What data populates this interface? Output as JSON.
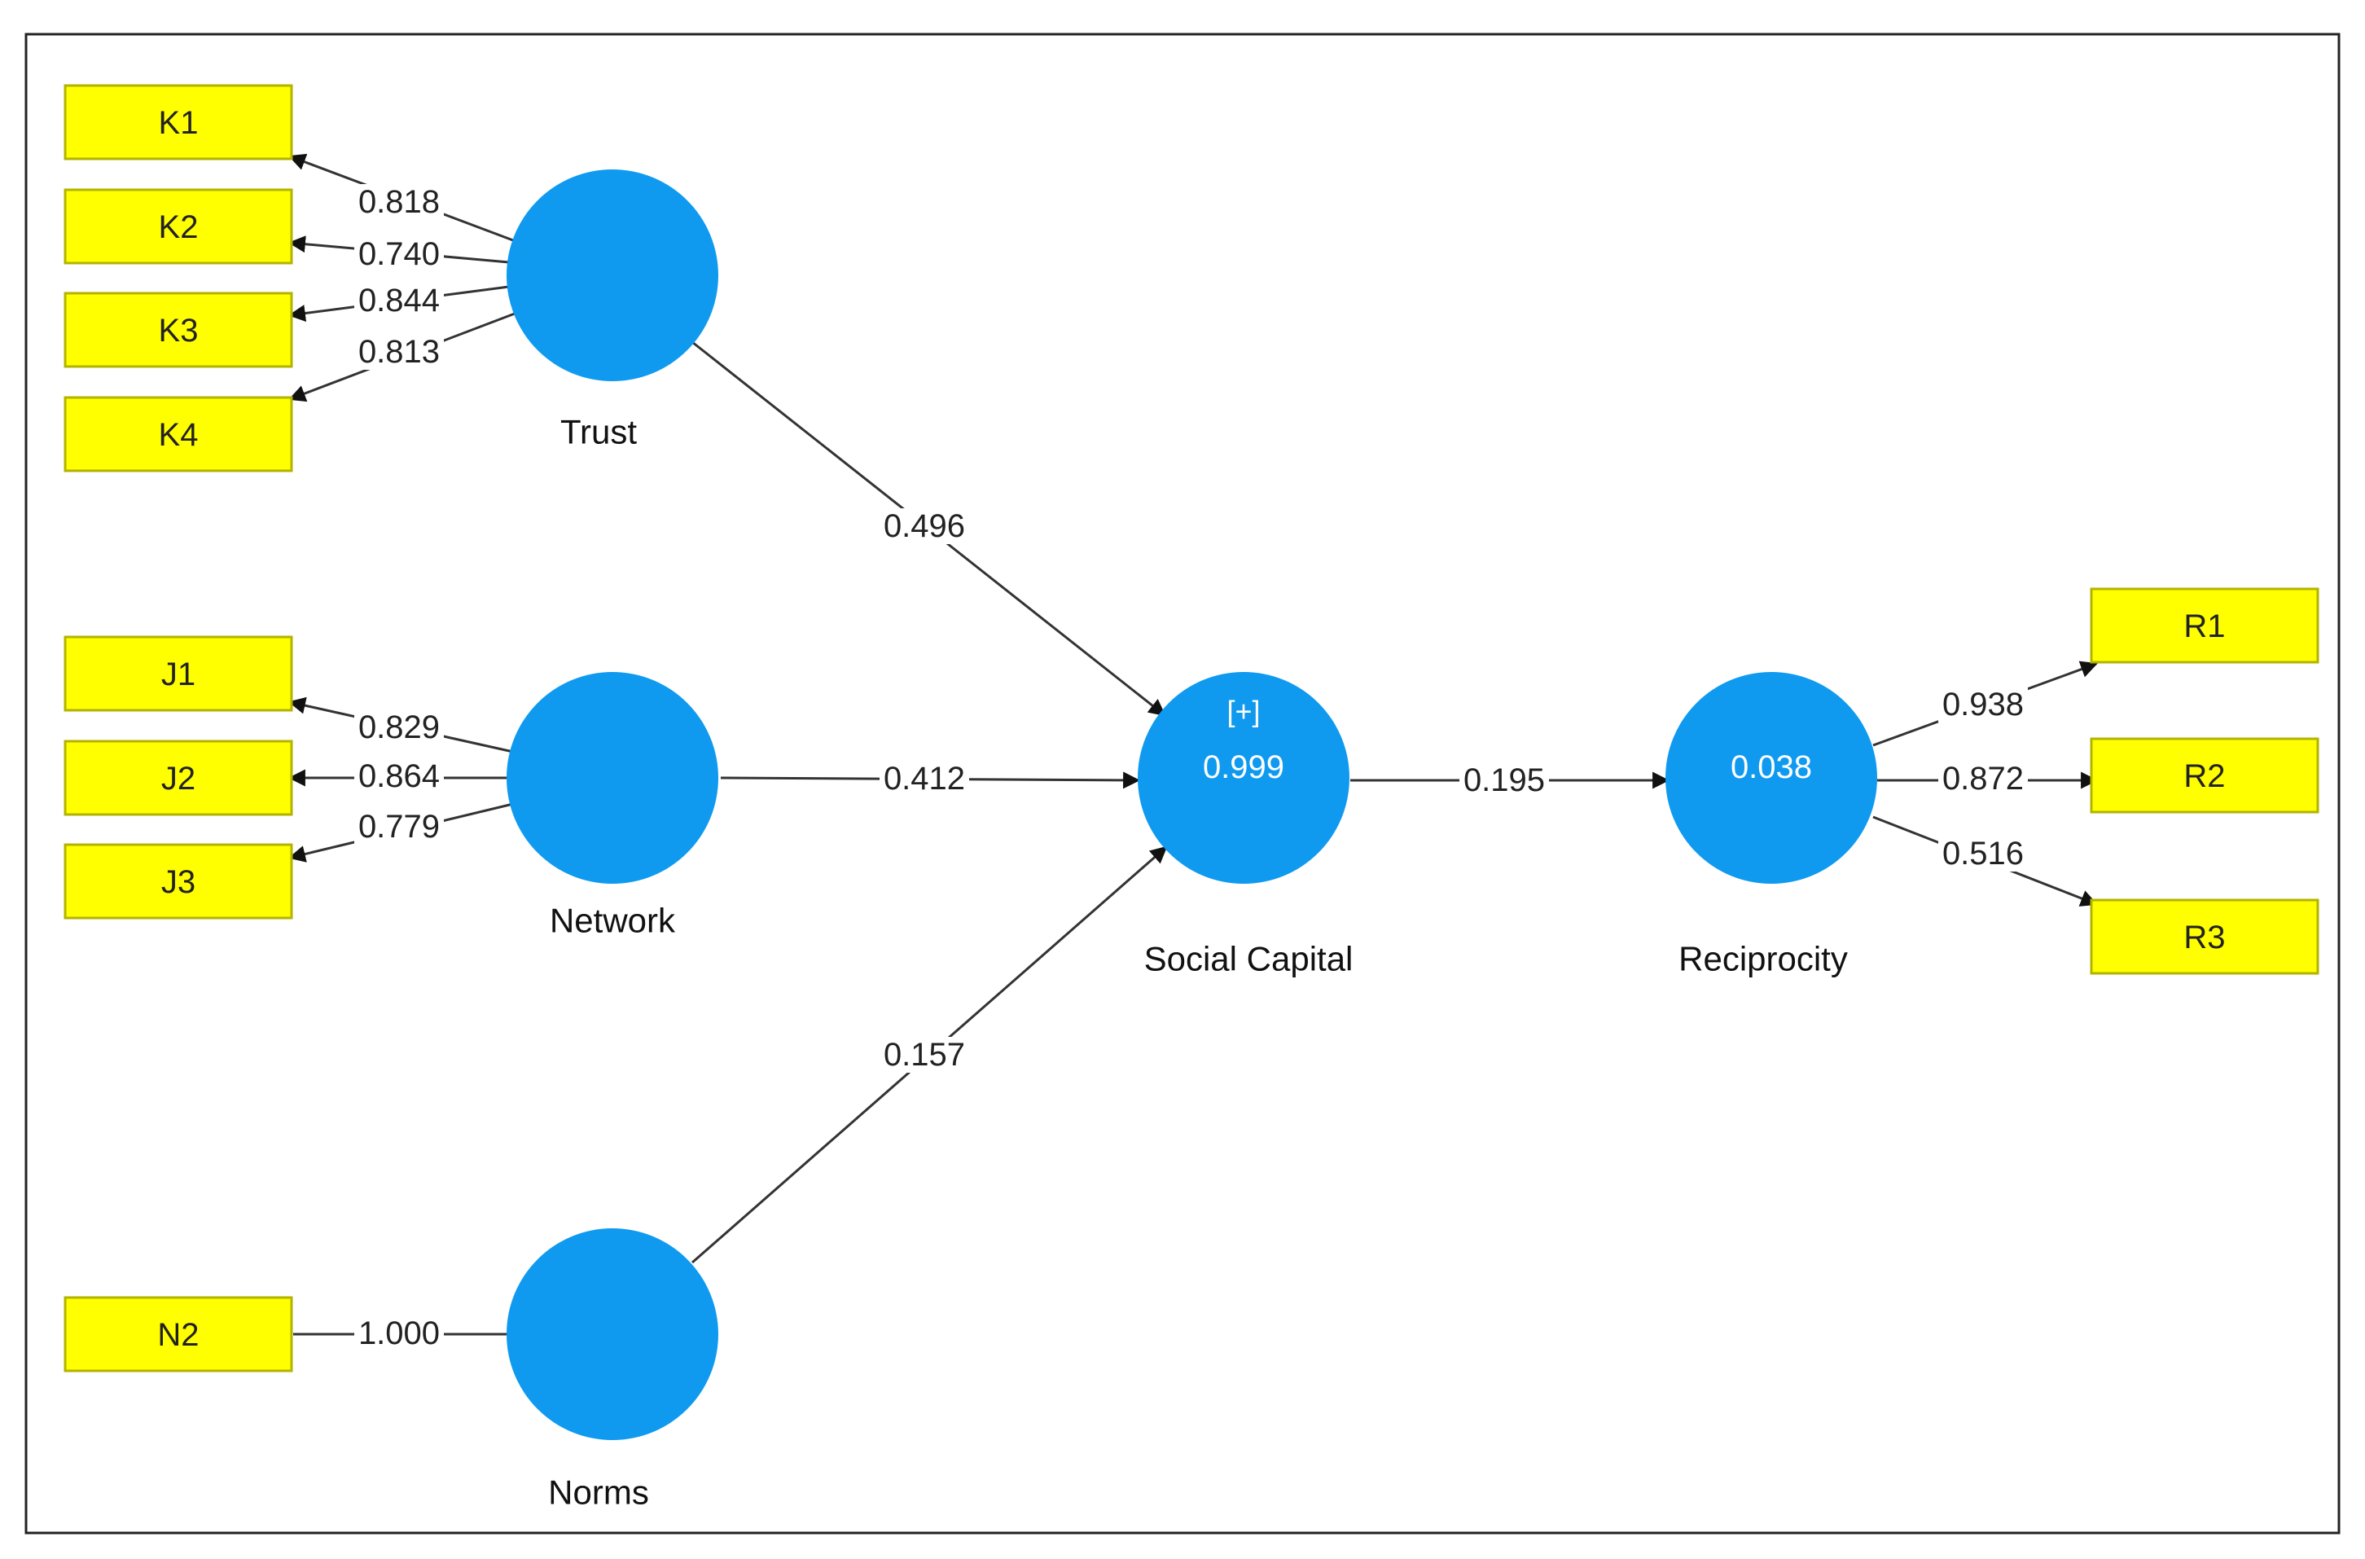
{
  "constructs": {
    "trust": {
      "label": "Trust",
      "value": ""
    },
    "network": {
      "label": "Network",
      "value": ""
    },
    "norms": {
      "label": "Norms",
      "value": ""
    },
    "social_capital": {
      "label": "Social Capital",
      "value": "0.999",
      "marker": "[+]"
    },
    "reciprocity": {
      "label": "Reciprocity",
      "value": "0.038"
    }
  },
  "indicators": {
    "k1": "K1",
    "k2": "K2",
    "k3": "K3",
    "k4": "K4",
    "j1": "J1",
    "j2": "J2",
    "j3": "J3",
    "n2": "N2",
    "r1": "R1",
    "r2": "R2",
    "r3": "R3"
  },
  "loadings": {
    "k1": "0.818",
    "k2": "0.740",
    "k3": "0.844",
    "k4": "0.813",
    "j1": "0.829",
    "j2": "0.864",
    "j3": "0.779",
    "n2": "1.000",
    "r1": "0.938",
    "r2": "0.872",
    "r3": "0.516"
  },
  "paths": {
    "trust_social": "0.496",
    "network_social": "0.412",
    "norms_social": "0.157",
    "social_reciprocity": "0.195"
  },
  "colors": {
    "construct_fill": "#0f9af0",
    "indicator_fill": "#ffff00"
  }
}
